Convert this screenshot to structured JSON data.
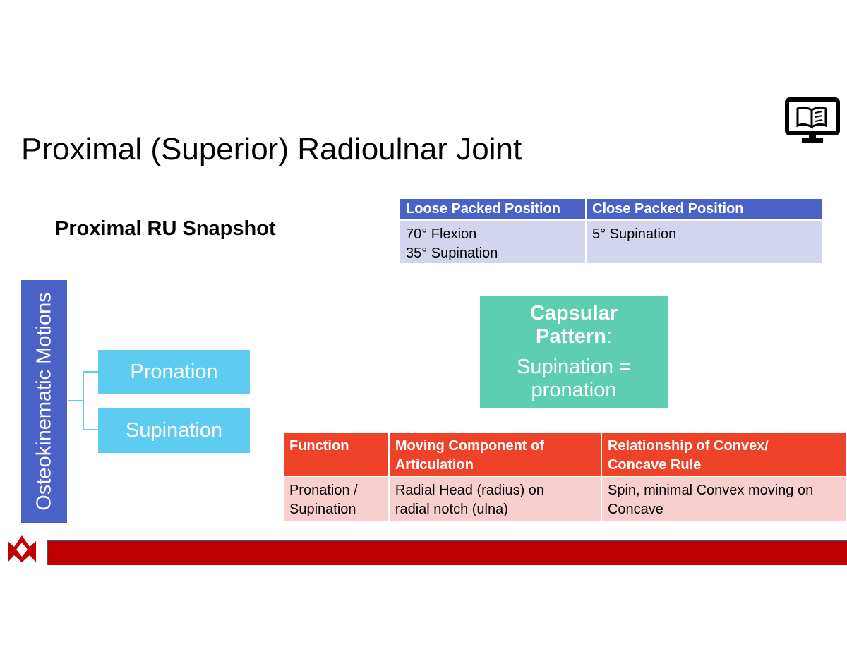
{
  "slide": {
    "title": "Proximal (Superior) Radioulnar Joint",
    "subtitle": "Proximal RU Snapshot",
    "icon": "monitor-book-icon"
  },
  "packed_table": {
    "headers": [
      "Loose Packed Position",
      "Close Packed Position"
    ],
    "loose_lines": [
      "70° Flexion",
      "35° Supination"
    ],
    "close_lines": [
      "5° Supination"
    ],
    "header_color": "#4a62c8",
    "cell_color": "#d3d5ef"
  },
  "osteokinematic": {
    "label": "Osteokinematic Motions",
    "motions": [
      "Pronation",
      "Supination"
    ],
    "bar_color": "#4a62c8",
    "box_color": "#5ecbf2"
  },
  "capsular": {
    "heading_line1": "Capsular",
    "heading_line2": "Pattern",
    "colon": ":",
    "body_line1": "Supination =",
    "body_line2": "pronation",
    "color": "#5dcfb0"
  },
  "function_table": {
    "headers": [
      "Function",
      "Moving Component of Articulation",
      "Relationship of Convex/ Concave Rule"
    ],
    "header_lines": [
      [
        "Function"
      ],
      [
        "Moving Component of",
        "Articulation"
      ],
      [
        "Relationship of Convex/",
        "Concave Rule"
      ]
    ],
    "row": [
      [
        "Pronation /",
        "Supination"
      ],
      [
        "Radial Head (radius) on",
        "radial notch (ulna)"
      ],
      [
        "Spin, minimal Convex moving on",
        "Concave"
      ]
    ],
    "header_color": "#ee4328",
    "cell_color": "#f8cfcd"
  },
  "footer": {
    "logo": "university-logo-icon",
    "bar_color": "#c00000"
  }
}
